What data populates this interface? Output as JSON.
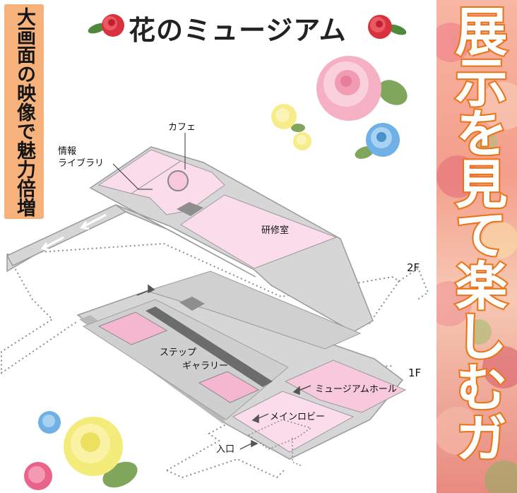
{
  "header": {
    "title": "花のミュージアム"
  },
  "left_banner": {
    "text": "大画面の映像で魅力倍増"
  },
  "right_banner": {
    "text": "展示を見て楽しむガイド"
  },
  "map": {
    "labels": {
      "cafe": "カフェ",
      "info_library_line1": "情報",
      "info_library_line2": "ライブラリ",
      "training_room": "研修室",
      "step_gallery_line1": "ステップ",
      "step_gallery_line2": "ギャラリー",
      "museum_hall": "ミュージアムホール",
      "main_lobby": "メインロビー",
      "entrance": "入口",
      "floor_2": "2F",
      "floor_1": "1F"
    }
  },
  "colors": {
    "room_pink": "#f8c8dc",
    "room_pink_light": "#fadcea",
    "structure_gray": "#d6d6d6",
    "structure_dark": "#8e8e8e",
    "banner_left": "#f6b27a",
    "banner_right_outline": "#ef7a1a"
  },
  "icons": [
    "rose-red-icon",
    "rose-pink-icon",
    "rose-yellow-icon",
    "rose-blue-icon"
  ]
}
